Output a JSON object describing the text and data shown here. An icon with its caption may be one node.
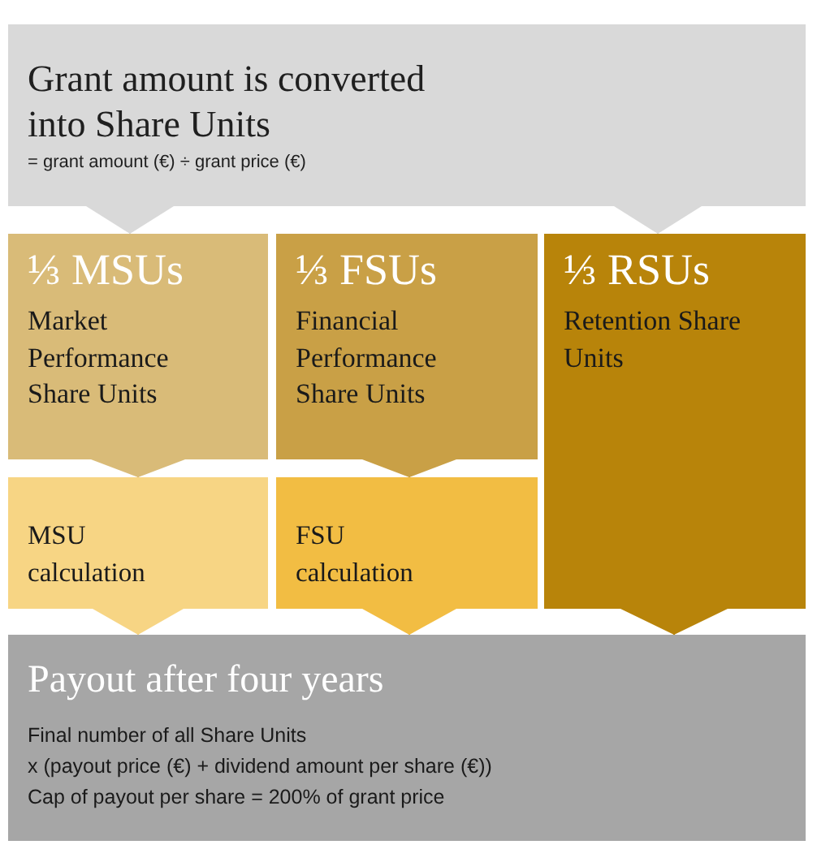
{
  "diagram": {
    "nodes": [
      {
        "text": [
          "Grant amount is converted into Share Units",
          "= grant amount (€) ÷ grant price (€)"
        ]
      },
      {
        "text": [
          "⅓ MSUs",
          "Market Performance Share Units"
        ]
      },
      {
        "text": [
          "⅓ FSUs",
          "Financial Performance Share Units"
        ]
      },
      {
        "text": [
          "⅓ RSUs",
          "Retention Share Units"
        ]
      },
      {
        "text": [
          "MSU calculation"
        ]
      },
      {
        "text": [
          "FSU calculation"
        ]
      },
      {
        "text": [
          "Payout after four years",
          "Final number of all Share Units",
          "x (payout price (€) + dividend amount per share (€))",
          "Cap of payout per share = 200% of grant price"
        ]
      }
    ],
    "edges": [
      {
        "from": 0,
        "to": 1,
        "arrow": "to",
        "color": "#d9d9d9"
      },
      {
        "from": 0,
        "to": 3,
        "arrow": "to",
        "color": "#d9d9d9"
      },
      {
        "from": 1,
        "to": 4,
        "arrow": "to",
        "color": "#d9bb78"
      },
      {
        "from": 2,
        "to": 5,
        "arrow": "to",
        "color": "#c9a046"
      },
      {
        "from": 4,
        "to": 6,
        "arrow": "to",
        "color": "#f7d584"
      },
      {
        "from": 5,
        "to": 6,
        "arrow": "to",
        "color": "#f2bd43"
      },
      {
        "from": 3,
        "to": 6,
        "arrow": "to",
        "color": "#b8840a"
      }
    ]
  }
}
